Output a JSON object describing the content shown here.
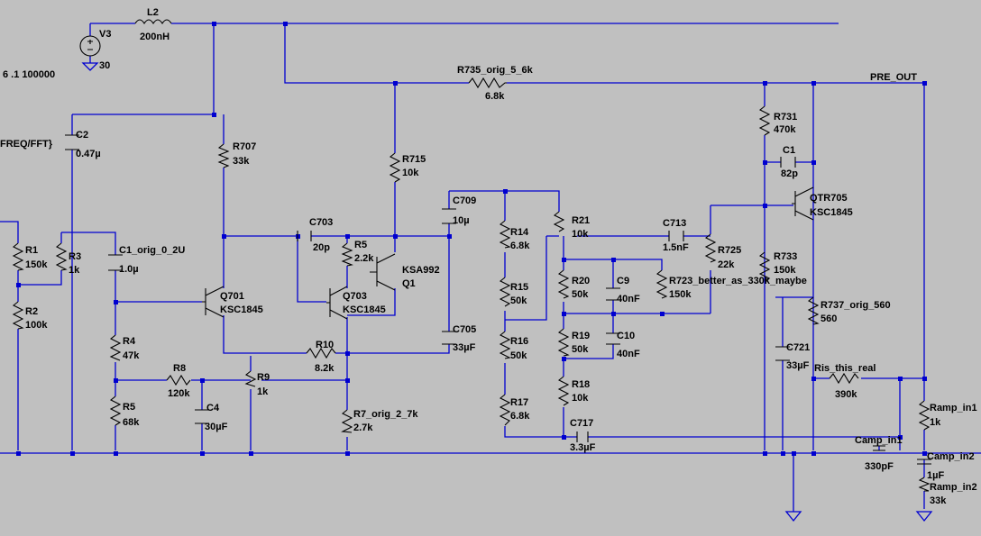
{
  "sources": [
    {
      "id": "v3",
      "ref": "V3",
      "value": "30"
    }
  ],
  "components": [
    {
      "id": "l2",
      "ref": "L2",
      "value": "200nH"
    },
    {
      "id": "r735",
      "ref": "R735_orig_5_6k",
      "value": "6.8k"
    },
    {
      "id": "r731",
      "ref": "R731",
      "value": "470k"
    },
    {
      "id": "c1",
      "ref": "C1",
      "value": "82p"
    },
    {
      "id": "r707",
      "ref": "R707",
      "value": "33k"
    },
    {
      "id": "r715",
      "ref": "R715",
      "value": "10k"
    },
    {
      "id": "c2",
      "ref": "C2",
      "value": "0.47µ"
    },
    {
      "id": "c709",
      "ref": "C709",
      "value": "10µ"
    },
    {
      "id": "r1",
      "ref": "R1",
      "value": "150k"
    },
    {
      "id": "r2",
      "ref": "R2",
      "value": "100k"
    },
    {
      "id": "r3",
      "ref": "R3",
      "value": "1k"
    },
    {
      "id": "c1o",
      "ref": "C1_orig_0_2U",
      "value": "1.0µ"
    },
    {
      "id": "c703",
      "ref": "C703",
      "value": "20p"
    },
    {
      "id": "r5a",
      "ref": "R5",
      "value": "2.2k"
    },
    {
      "id": "r14",
      "ref": "R14",
      "value": "6.8k"
    },
    {
      "id": "r21",
      "ref": "R21",
      "value": "10k"
    },
    {
      "id": "c713",
      "ref": "C713",
      "value": "1.5nF"
    },
    {
      "id": "r725",
      "ref": "R725",
      "value": "22k"
    },
    {
      "id": "r733",
      "ref": "R733",
      "value": "150k"
    },
    {
      "id": "r15",
      "ref": "R15",
      "value": "50k"
    },
    {
      "id": "r20",
      "ref": "R20",
      "value": "50k"
    },
    {
      "id": "c9",
      "ref": "C9",
      "value": "40nF"
    },
    {
      "id": "r723",
      "ref": "R723_better_as_330k_maybe",
      "value": "150k"
    },
    {
      "id": "r737",
      "ref": "R737_orig_560",
      "value": "560"
    },
    {
      "id": "r4",
      "ref": "R4",
      "value": "47k"
    },
    {
      "id": "r16",
      "ref": "R16",
      "value": "50k"
    },
    {
      "id": "r19",
      "ref": "R19",
      "value": "50k"
    },
    {
      "id": "c10",
      "ref": "C10",
      "value": "40nF"
    },
    {
      "id": "c705",
      "ref": "C705",
      "value": "33µF"
    },
    {
      "id": "c721",
      "ref": "C721",
      "value": "33µF"
    },
    {
      "id": "r10",
      "ref": "R10",
      "value": "8.2k"
    },
    {
      "id": "r8",
      "ref": "R8",
      "value": "120k"
    },
    {
      "id": "r9",
      "ref": "R9",
      "value": "1k"
    },
    {
      "id": "ris",
      "ref": "Ris_this_real",
      "value": "390k"
    },
    {
      "id": "r18",
      "ref": "R18",
      "value": "10k"
    },
    {
      "id": "r5b",
      "ref": "R5",
      "value": "68k"
    },
    {
      "id": "c4",
      "ref": "C4",
      "value": "30µF"
    },
    {
      "id": "r7",
      "ref": "R7_orig_2_7k",
      "value": "2.7k"
    },
    {
      "id": "r17",
      "ref": "R17",
      "value": "6.8k"
    },
    {
      "id": "c717",
      "ref": "C717",
      "value": "3.3µF"
    },
    {
      "id": "rampin1",
      "ref": "Ramp_in1",
      "value": "1k"
    },
    {
      "id": "campin1",
      "ref": "Camp_in1",
      "value": "330pF"
    },
    {
      "id": "campin2",
      "ref": "Camp_in2",
      "value": "1µF"
    },
    {
      "id": "rampin2",
      "ref": "Ramp_in2",
      "value": "33k"
    }
  ],
  "transistors": [
    {
      "id": "q701",
      "ref": "Q701",
      "model": "KSC1845"
    },
    {
      "id": "q703",
      "ref": "Q703",
      "model": "KSC1845"
    },
    {
      "id": "q1",
      "ref": "Q1",
      "model": "KSA992"
    },
    {
      "id": "qtr705",
      "ref": "QTR705",
      "model": "KSC1845"
    }
  ],
  "net_labels": {
    "pre_out": "PRE_OUT"
  },
  "directives": {
    "partial_1": "6 .1 100000",
    "partial_2": "FREQ/FFT}"
  },
  "colors": {
    "background": "#c0c0c0",
    "wire": "#0000d0",
    "component": "#000000",
    "text": "#000000"
  }
}
